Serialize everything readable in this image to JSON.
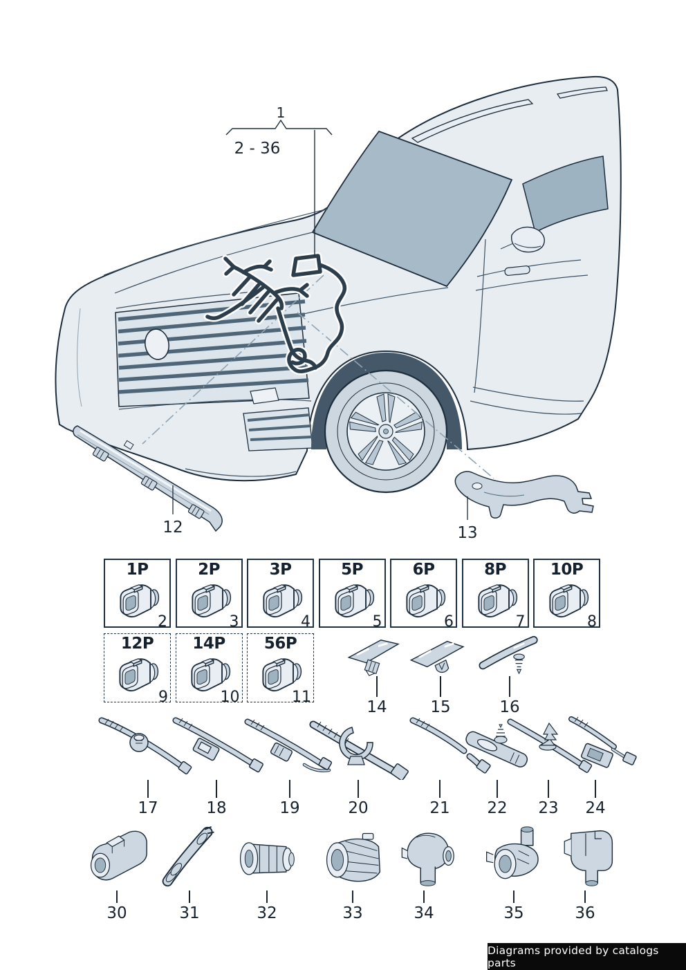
{
  "callout": {
    "assembly": "1",
    "range": "2 - 36"
  },
  "vehicle_parts": [
    {
      "num": "12",
      "kind": "cable-guide-rail"
    },
    {
      "num": "13",
      "kind": "cable-guide-bracket"
    }
  ],
  "connectors": [
    {
      "label": "1P",
      "num": "2"
    },
    {
      "label": "2P",
      "num": "3"
    },
    {
      "label": "3P",
      "num": "4"
    },
    {
      "label": "5P",
      "num": "5"
    },
    {
      "label": "6P",
      "num": "6"
    },
    {
      "label": "8P",
      "num": "7"
    },
    {
      "label": "10P",
      "num": "8"
    },
    {
      "label": "12P",
      "num": "9"
    },
    {
      "label": "14P",
      "num": "10"
    },
    {
      "label": "56P",
      "num": "11"
    }
  ],
  "clips": [
    {
      "num": "14"
    },
    {
      "num": "15"
    },
    {
      "num": "16"
    }
  ],
  "cable_ties": [
    {
      "num": "17"
    },
    {
      "num": "18"
    },
    {
      "num": "19"
    },
    {
      "num": "20"
    },
    {
      "num": "21"
    },
    {
      "num": "22"
    },
    {
      "num": "23"
    },
    {
      "num": "24"
    }
  ],
  "grommets": [
    {
      "num": "30"
    },
    {
      "num": "31"
    },
    {
      "num": "32"
    },
    {
      "num": "33"
    },
    {
      "num": "34"
    },
    {
      "num": "35"
    },
    {
      "num": "36"
    }
  ],
  "footer": {
    "text": "Diagrams provided by catalogs parts"
  },
  "colors": {
    "outline": "#1d2d3b",
    "body_fill": "#e8edf2",
    "shade_fill": "#ccd7e1",
    "glass": "#a7bac8",
    "harness": "#2c3e4b",
    "leader_line": "#8ea3b2",
    "banner_bg": "#0a0a0a",
    "banner_text": "#ffffff"
  }
}
